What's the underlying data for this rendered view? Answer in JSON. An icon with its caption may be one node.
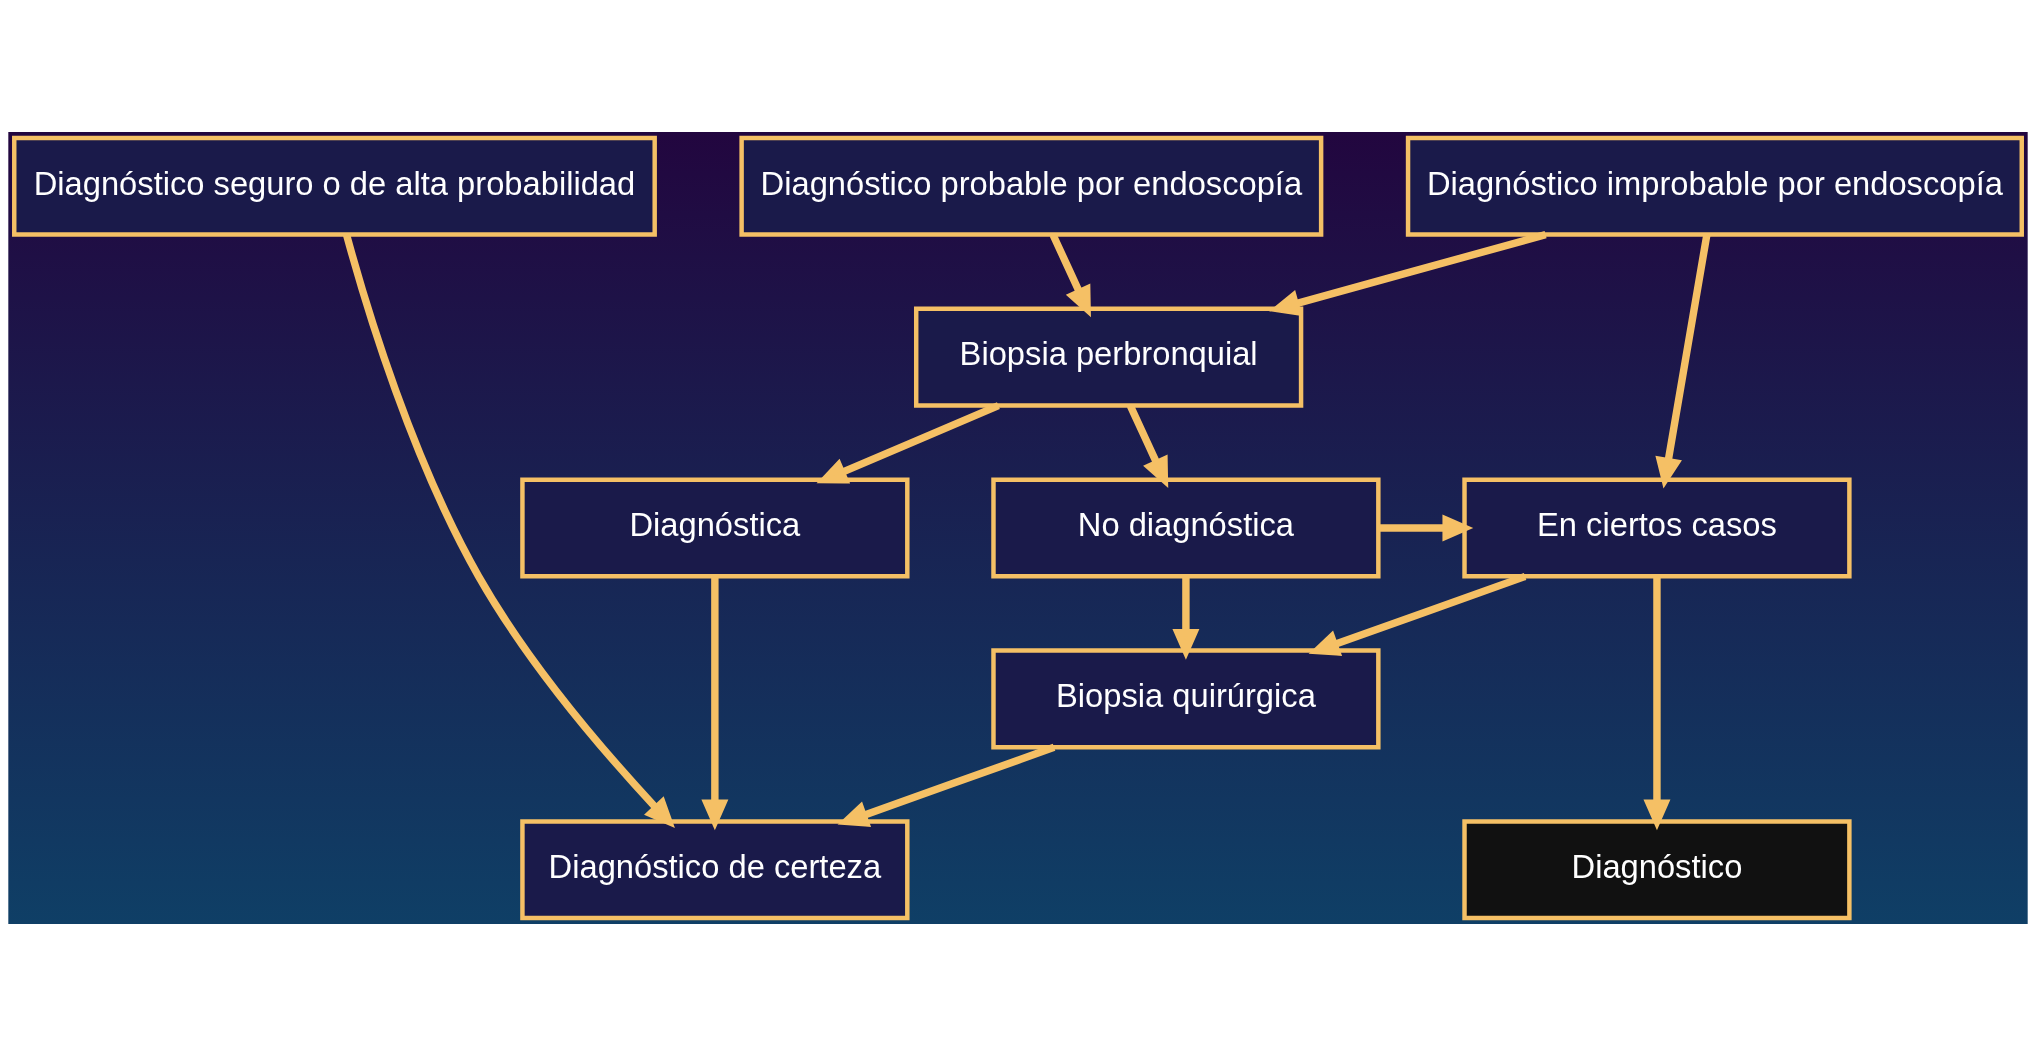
{
  "diagram": {
    "nodes": [
      {
        "text": [
          "Diagnóstico seguro o de alta probabilidad"
        ]
      },
      {
        "text": [
          "Diagnóstico probable por endoscopía"
        ]
      },
      {
        "text": [
          "Diagnóstico improbable por endoscopía"
        ]
      },
      {
        "text": [
          "Biopsia perbronquial"
        ]
      },
      {
        "text": [
          "Diagnóstica"
        ]
      },
      {
        "text": [
          "No diagnóstica"
        ]
      },
      {
        "text": [
          "En ciertos casos"
        ]
      },
      {
        "text": [
          "Biopsia quirúrgica"
        ]
      },
      {
        "text": [
          "Diagnóstico de certeza"
        ]
      },
      {
        "text": [
          "Diagnóstico"
        ]
      }
    ],
    "edges": [
      {
        "from": 0,
        "to": 8,
        "arrow": "to"
      },
      {
        "from": 1,
        "to": 3,
        "arrow": "to"
      },
      {
        "from": 2,
        "to": 3,
        "arrow": "to"
      },
      {
        "from": 2,
        "to": 6,
        "arrow": "to"
      },
      {
        "from": 3,
        "to": 4,
        "arrow": "to"
      },
      {
        "from": 3,
        "to": 5,
        "arrow": "to"
      },
      {
        "from": 5,
        "to": 6,
        "arrow": "to"
      },
      {
        "from": 4,
        "to": 8,
        "arrow": "to"
      },
      {
        "from": 5,
        "to": 7,
        "arrow": "to"
      },
      {
        "from": 6,
        "to": 7,
        "arrow": "to"
      },
      {
        "from": 6,
        "to": 9,
        "arrow": "to"
      },
      {
        "from": 7,
        "to": 8,
        "arrow": "to"
      }
    ]
  }
}
